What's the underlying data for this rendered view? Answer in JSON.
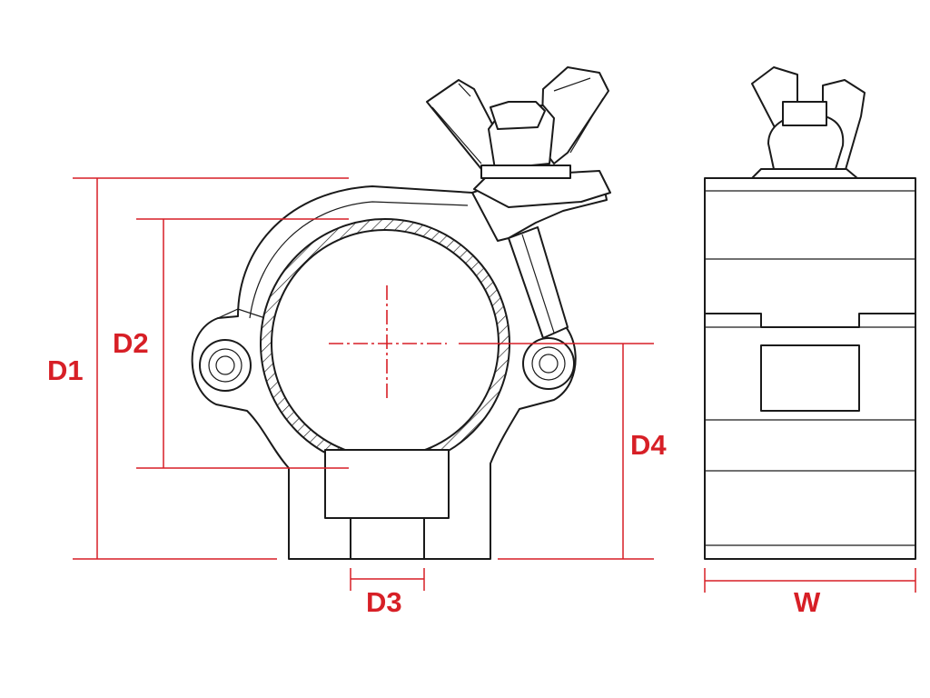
{
  "colors": {
    "dimension": "#d71f26",
    "outline": "#1a1a1a",
    "background": "#ffffff"
  },
  "labels": {
    "d1": "D1",
    "d2": "D2",
    "d3": "D3",
    "d4": "D4",
    "w": "W"
  }
}
